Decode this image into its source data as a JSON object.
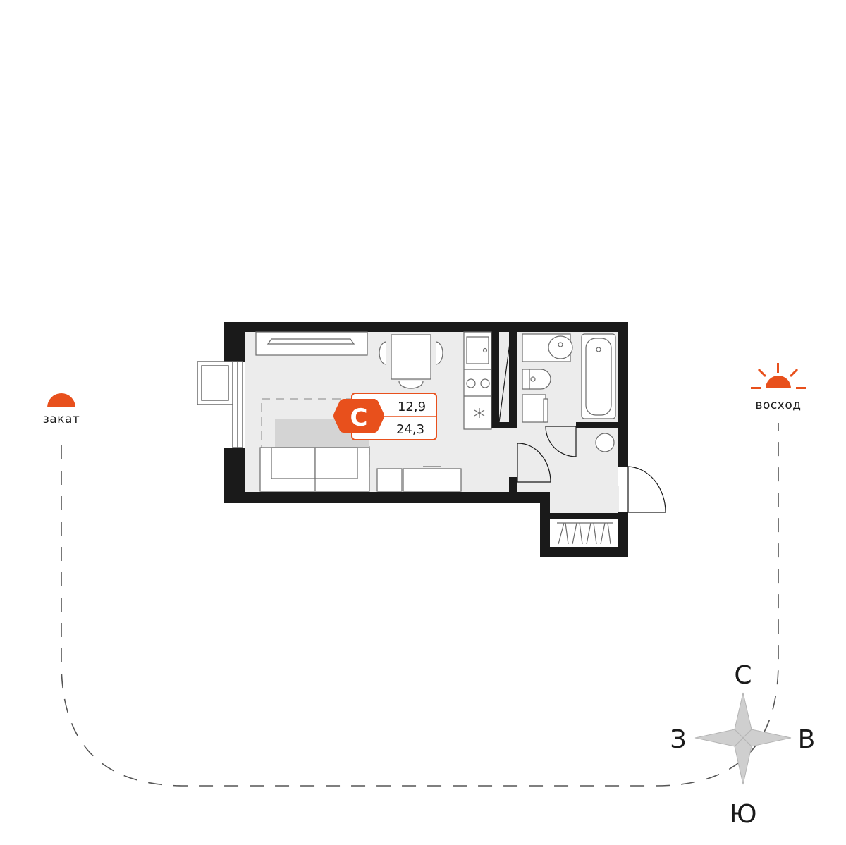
{
  "colors": {
    "accent": "#E8501C",
    "wall": "#1a1a1a",
    "floor": "#ececec",
    "furniture_stroke": "#6b6b6b",
    "compass_fill": "#cccccc",
    "path_stroke": "#555555"
  },
  "sun": {
    "sunset_label": "закат",
    "sunrise_label": "восход"
  },
  "apartment": {
    "type_badge": "С",
    "living_area": "12,9",
    "total_area": "24,3"
  },
  "compass": {
    "north": "С",
    "south": "Ю",
    "east": "В",
    "west": "З"
  }
}
